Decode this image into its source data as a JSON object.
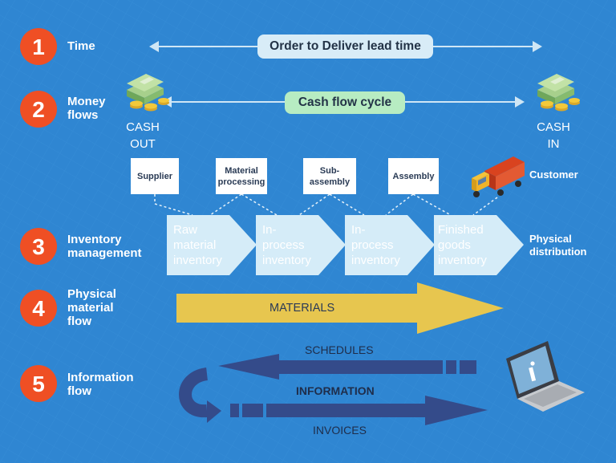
{
  "rows": [
    {
      "num": "1",
      "label": "Time"
    },
    {
      "num": "2",
      "label": "Money flows"
    },
    {
      "num": "3",
      "label": "Inventory management"
    },
    {
      "num": "4",
      "label": "Physical material flow"
    },
    {
      "num": "5",
      "label": "Information flow"
    }
  ],
  "time_bar": {
    "label": "Order to Deliver lead time"
  },
  "cash_bar": {
    "label": "Cash flow cycle"
  },
  "cash_out": {
    "line1": "CASH",
    "line2": "OUT"
  },
  "cash_in": {
    "line1": "CASH",
    "line2": "IN"
  },
  "process_boxes": [
    "Supplier",
    "Material processing",
    "Sub-assembly",
    "Assembly"
  ],
  "customer": "Customer",
  "inventory_stages": [
    {
      "l1": "Raw",
      "l2": "material",
      "l3": "inventory"
    },
    {
      "l1": "In-",
      "l2": "process",
      "l3": "inventory"
    },
    {
      "l1": "In-",
      "l2": "process",
      "l3": "inventory"
    },
    {
      "l1": "Finished",
      "l2": "goods",
      "l3": "inventory"
    }
  ],
  "physical_distribution": "Physical distribution",
  "materials_label": "MATERIALS",
  "schedules_label": "SCHEDULES",
  "information_label": "INFORMATION",
  "invoices_label": "INVOICES",
  "colors": {
    "background": "#2f86d2",
    "badge": "#ef4f24",
    "time_pill": "#d8ecf7",
    "cash_pill": "#b7ecc2",
    "inventory_chevron": "#d5ecf8",
    "materials_arrow": "#e7c64f",
    "info_arrow": "#344b8a"
  }
}
